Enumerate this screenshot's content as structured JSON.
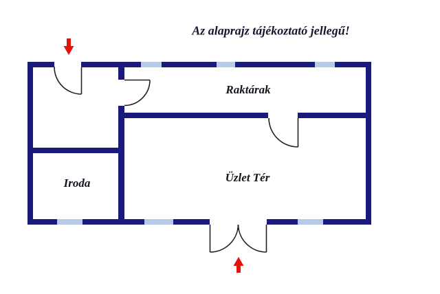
{
  "title": "Az alaprajz tájékoztató jellegű!",
  "rooms": [
    {
      "label": "Raktárak"
    },
    {
      "label": "Üzlet Tér"
    },
    {
      "label": "Iroda"
    }
  ],
  "icons": {
    "top_entrance": "arrow-down-icon",
    "bottom_entrance": "arrow-up-icon"
  },
  "colors": {
    "wall": "#1a1a7d",
    "window": "#b6cbe7",
    "door_line": "#1f1f1f",
    "arrow": "#e3120b",
    "title_text": "#16162e",
    "label_text": "#14141f",
    "background": "#ffffff"
  }
}
